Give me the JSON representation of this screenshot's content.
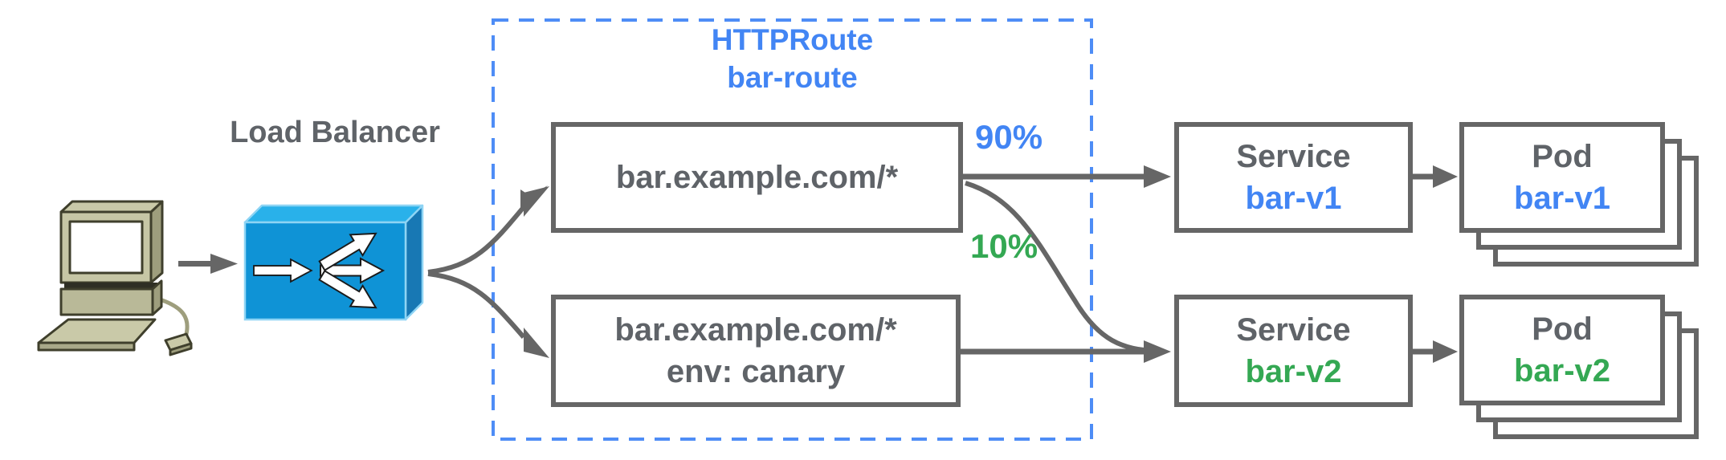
{
  "diagram_title": "HTTPRoute traffic split diagram",
  "client": {
    "icon": "desktop-computer-icon"
  },
  "load_balancer": {
    "label": "Load Balancer",
    "icon": "load-balancer-fanout-box-icon"
  },
  "httproute": {
    "title_line1": "HTTPRoute",
    "title_line2": "bar-route",
    "rules": [
      {
        "host": "bar.example.com/*",
        "selector": ""
      },
      {
        "host": "bar.example.com/*",
        "selector": "env: canary"
      }
    ]
  },
  "weights": {
    "to_v1": "90%",
    "to_v2": "10%"
  },
  "services": [
    {
      "kind": "Service",
      "name": "bar-v1"
    },
    {
      "kind": "Service",
      "name": "bar-v2"
    }
  ],
  "pods": [
    {
      "kind": "Pod",
      "name": "bar-v1"
    },
    {
      "kind": "Pod",
      "name": "bar-v2"
    }
  ],
  "colors": {
    "blue_text": "#4285f4",
    "green_text": "#34a853",
    "gray_text": "#5f6368",
    "gray_line": "#666666",
    "dashed_border_blue": "#4e8df6",
    "lb_box_top": "#29b1ea",
    "lb_box_front": "#0f93d6",
    "lb_box_side": "#1878b4",
    "client_body": "#c6c6a5"
  }
}
